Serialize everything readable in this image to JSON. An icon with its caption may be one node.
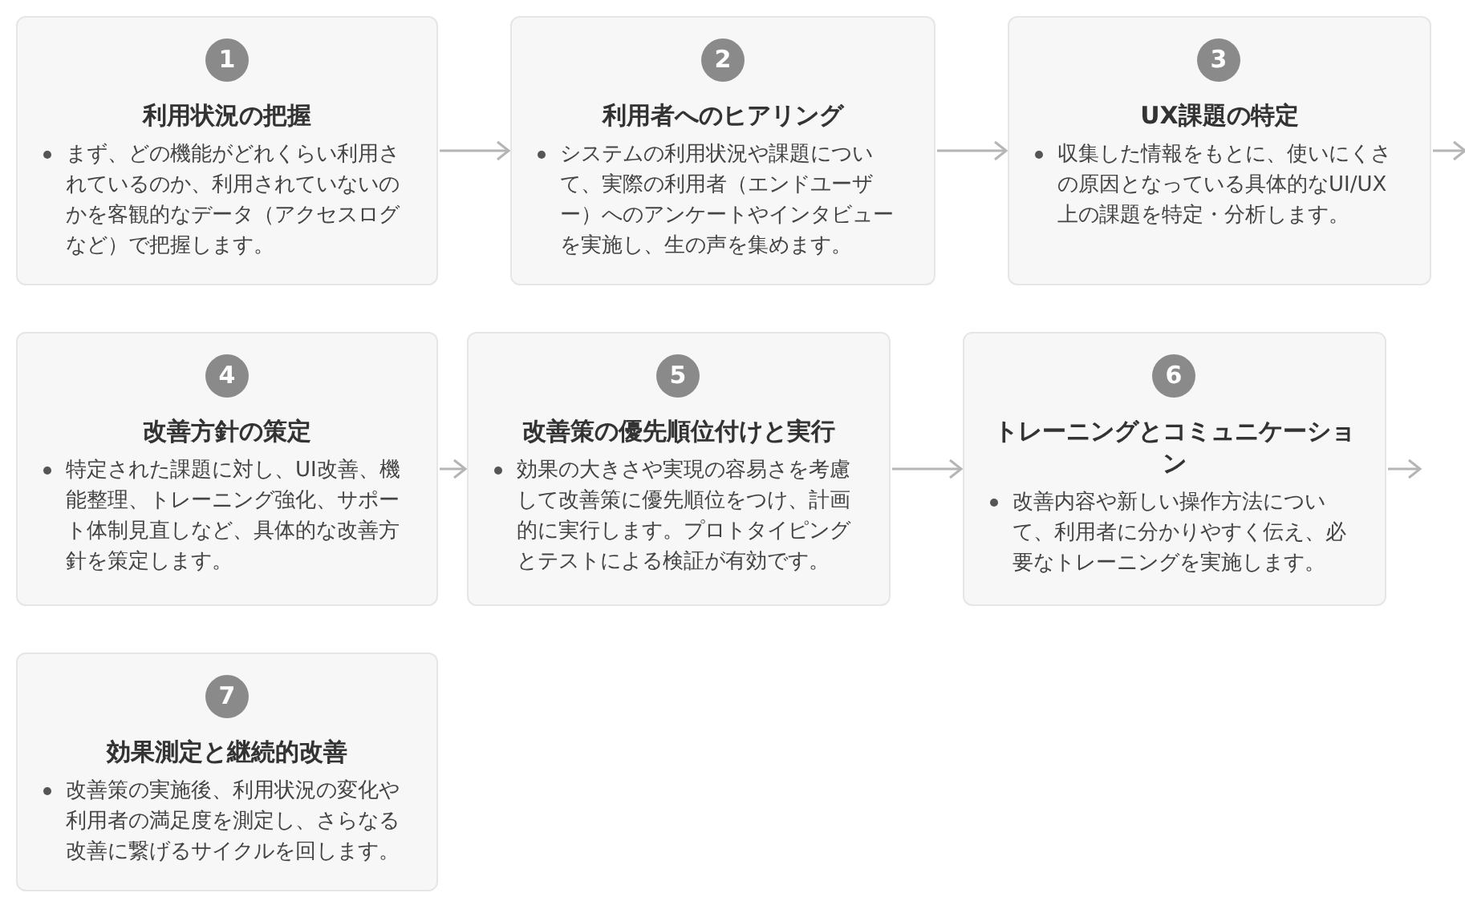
{
  "diagram": {
    "nodes": [
      {
        "text": [
          "利用状況の把握",
          "まず、どの機能がどれくらい利用されているのか、利用されていないのかを客観的なデータ（アクセスログなど）で把握します。"
        ]
      },
      {
        "text": [
          "1"
        ],
        "in": 0
      },
      {
        "text": [
          "利用者へのヒアリング",
          "システムの利用状況や課題について、実際の利用者（エンドユーザー）へのアンケートやインタビューを実施し、生の声を集めます。"
        ]
      },
      {
        "text": [
          "2"
        ],
        "in": 2
      },
      {
        "text": [
          "UX課題の特定",
          "収集した情報をもとに、使いにくさの原因となっている具体的なUI/UX上の課題を特定・分析します。"
        ]
      },
      {
        "text": [
          "3"
        ],
        "in": 4
      },
      {
        "text": [
          "改善方針の策定",
          "特定された課題に対し、UI改善、機能整理、トレーニング強化、サポート体制見直しなど、具体的な改善方針を策定します。"
        ]
      },
      {
        "text": [
          "4"
        ],
        "in": 6
      },
      {
        "text": [
          "改善策の優先順位付けと実行",
          "効果の大きさや実現の容易さを考慮して改善策に優先順位をつけ、計画的に実行します。プロトタイピングとテストによる検証が有効です。"
        ]
      },
      {
        "text": [
          "5"
        ],
        "in": 8
      },
      {
        "text": [
          "トレーニングとコミュニケーション",
          "改善内容や新しい操作方法について、利用者に分かりやすく伝え、必要なトレーニングを実施します。"
        ]
      },
      {
        "text": [
          "6"
        ],
        "in": 10
      },
      {
        "text": [
          "効果測定と継続的改善",
          "改善策の実施後、利用状況の変化や利用者の満足度を測定し、さらなる改善に繋げるサイクルを回します。"
        ]
      },
      {
        "text": [
          "7"
        ],
        "in": 12
      }
    ],
    "edges": [
      {
        "from": 0,
        "to": 2,
        "arrow": "to"
      },
      {
        "from": 2,
        "to": 4,
        "arrow": "to"
      },
      {
        "from": 4,
        "to": null,
        "arrow": "to"
      },
      {
        "from": 6,
        "to": 8,
        "arrow": "to"
      },
      {
        "from": 8,
        "to": 10,
        "arrow": "to"
      },
      {
        "from": 10,
        "to": null,
        "arrow": "to"
      }
    ]
  }
}
